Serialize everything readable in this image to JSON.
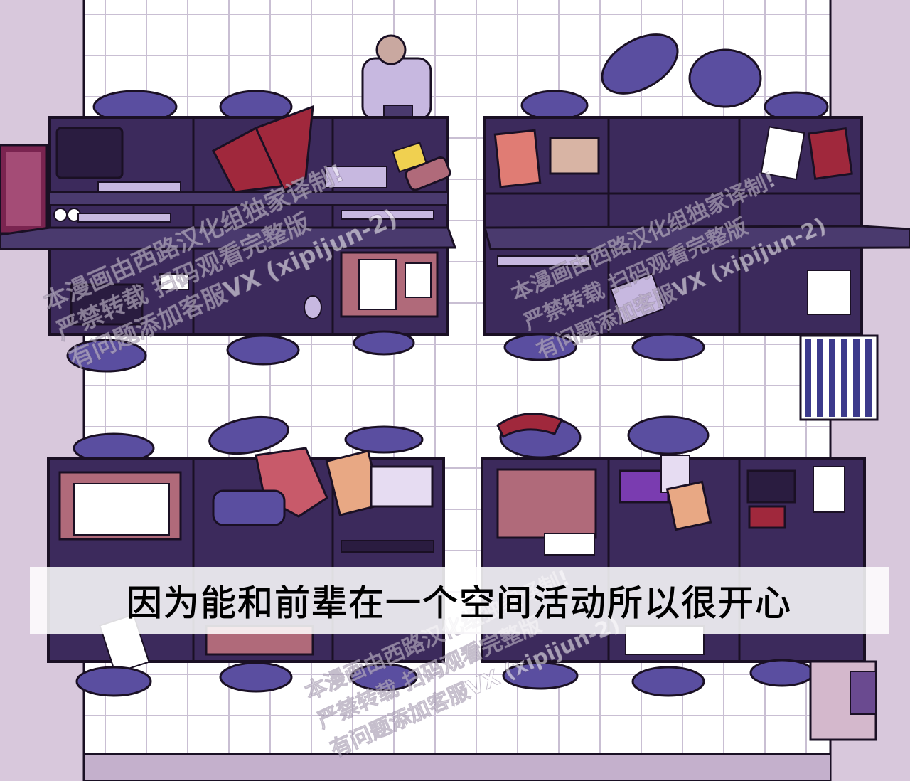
{
  "caption": "因为能和前辈在一个空间活动所以很开心",
  "watermark": {
    "line1": "本漫画由西路汉化组独家译制!",
    "line2": "严禁转载 扫码观看完整版",
    "line3": "有问题添加客服VX (xipijun-2)"
  },
  "colors": {
    "desk_dark": "#3c2a5c",
    "desk_mid": "#4a3a6e",
    "chair": "#5a4ea0",
    "floor": "#ffffff",
    "grid": "#c9bfd3",
    "wall": "#d8c8dc",
    "outline": "#1a1024",
    "pink": "#b06a7a",
    "red": "#a0283c",
    "lavender": "#c7b8e0"
  }
}
